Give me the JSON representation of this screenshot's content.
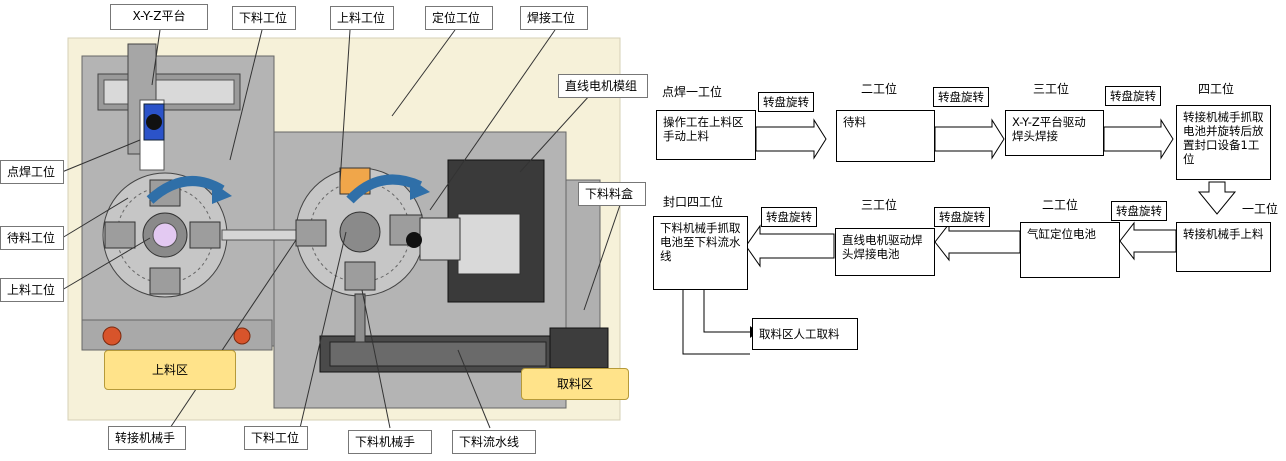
{
  "machine": {
    "callouts": {
      "xyz": "X-Y-Z平台",
      "unload_station": "下料工位",
      "load_station": "上料工位",
      "position_station": "定位工位",
      "weld_station": "焊接工位",
      "linear_motor": "直线电机模组",
      "spot_weld": "点焊工位",
      "wait_station": "待料工位",
      "load_station_left": "上料工位",
      "unload_box": "下料料盒",
      "transfer_arm": "转接机械手",
      "unload_station_bottom": "下料工位",
      "unload_arm": "下料机械手",
      "unload_line": "下料流水线"
    },
    "zones": {
      "load_area": "上料区",
      "pickup_area": "取料区"
    }
  },
  "flow": {
    "spot_weld_title": "点焊一工位",
    "seal_title": "封口四工位",
    "row1": [
      {
        "station": "",
        "text": "操作工在上料区手动上料"
      },
      {
        "station": "二工位",
        "text": "待料"
      },
      {
        "station": "三工位",
        "text": "X-Y-Z平台驱动焊头焊接"
      },
      {
        "station": "四工位",
        "text": "转接机械手抓取电池并旋转后放置封口设备1工位"
      }
    ],
    "row2": [
      {
        "station": "一工位",
        "text": "转接机械手上料"
      },
      {
        "station": "二工位",
        "text": "气缸定位电池"
      },
      {
        "station": "三工位",
        "text": "直线电机驱动焊头焊接电池"
      },
      {
        "station": "",
        "text": "下料机械手抓取电池至下料流水线"
      }
    ],
    "rotate_labels": [
      "转盘旋转",
      "转盘旋转",
      "转盘旋转",
      "转盘旋转",
      "转盘旋转",
      "转盘旋转"
    ],
    "final_box": "取料区人工取料"
  },
  "colors": {
    "machine_bg": "#f6f1d9",
    "plate": "#b4b4b4",
    "yellow_zone": "#ffe38a",
    "rotate_arrow": "#2f6fa8"
  }
}
